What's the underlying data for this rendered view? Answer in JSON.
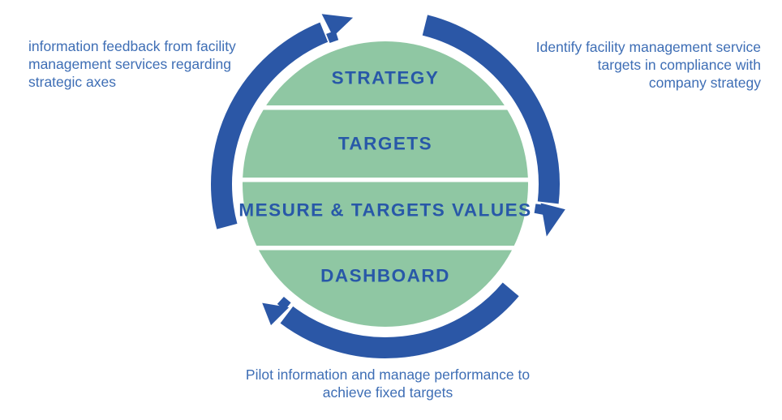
{
  "colors": {
    "circle_green": "#8FC7A3",
    "arc_blue": "#2B57A6",
    "band_label_blue": "#2858A8",
    "annotation_blue": "#3E6EB5",
    "background": "#FFFFFF"
  },
  "diagram": {
    "bands": [
      {
        "label": "STRATEGY"
      },
      {
        "label": "TARGETS"
      },
      {
        "label": "MESURE & TARGETS VALUES"
      },
      {
        "label": "DASHBOARD"
      }
    ],
    "annotations": {
      "top_left": {
        "lines": [
          "information feedback from facility",
          "management services regarding",
          "strategic axes"
        ]
      },
      "top_right": {
        "lines": [
          "Identify facility management service",
          "targets in compliance with",
          "company  strategy"
        ]
      },
      "bottom": {
        "lines": [
          "Pilot information and manage performance to",
          "achieve fixed targets"
        ]
      }
    }
  }
}
